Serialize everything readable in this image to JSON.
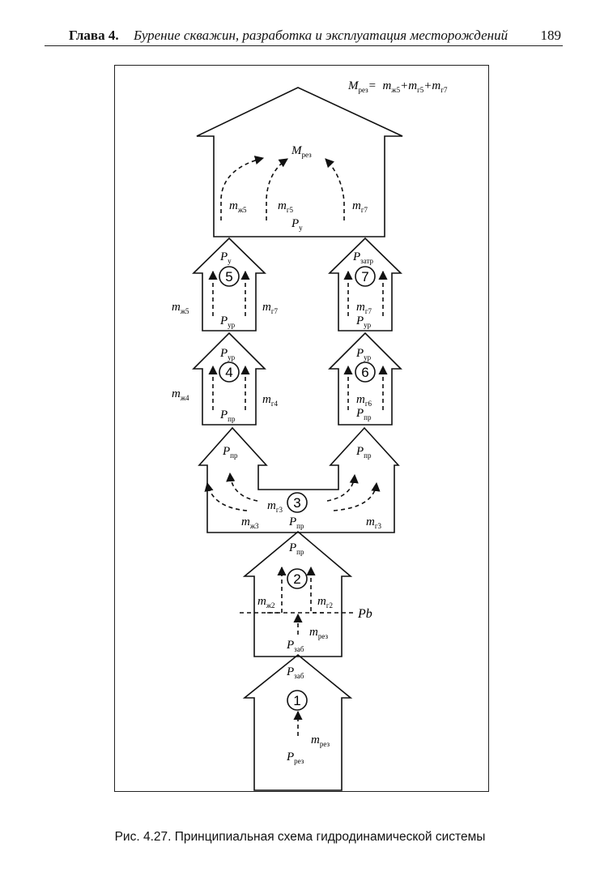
{
  "header": {
    "chapter": "Глава 4.",
    "title": "Бурение скважин, разработка и эксплуатация месторождений",
    "page_number": "189"
  },
  "formula": {
    "lhs": "M",
    "lhs_sub": "рез",
    "eq": "=",
    "t1": "m",
    "t1_sub": "ж5",
    "plus1": "+",
    "t2": "m",
    "t2_sub": "г5",
    "plus2": "+",
    "t3": "m",
    "t3_sub": "г7"
  },
  "blocks": {
    "top": {
      "M": "M",
      "M_sub": "рез",
      "p": "P",
      "p_sub": "у",
      "flows": [
        {
          "m": "m",
          "sub": "ж5"
        },
        {
          "m": "m",
          "sub": "г5"
        },
        {
          "m": "m",
          "sub": "г7"
        }
      ]
    },
    "b5": {
      "number": "5",
      "top_p": "P",
      "top_sub": "у",
      "bottom_p": "P",
      "bottom_sub": "ур",
      "left_m": "m",
      "left_sub": "ж5",
      "right_m": "m",
      "right_sub": "г7"
    },
    "b7": {
      "number": "7",
      "top_p": "P",
      "top_sub": "затр",
      "bottom_p": "P",
      "bottom_sub": "ур",
      "inner_m": "m",
      "inner_sub": "г7"
    },
    "b4": {
      "number": "4",
      "top_p": "P",
      "top_sub": "ур",
      "bottom_p": "P",
      "bottom_sub": "пр",
      "left_m": "m",
      "left_sub": "ж4",
      "right_m": "m",
      "right_sub": "г4"
    },
    "b6": {
      "number": "6",
      "top_p": "P",
      "top_sub": "ур",
      "bottom_p": "P",
      "bottom_sub": "пр",
      "inner_m": "m",
      "inner_sub": "г6"
    },
    "b3": {
      "number": "3",
      "left_p": "P",
      "left_sub": "пр",
      "right_p": "P",
      "right_sub": "пр",
      "bottom_p": "P",
      "bottom_sub": "пр",
      "m_g3_left": "m",
      "m_g3_left_sub": "г3",
      "m_zh3": "m",
      "m_zh3_sub": "ж3",
      "m_g3_right": "m",
      "m_g3_right_sub": "г3"
    },
    "b2": {
      "number": "2",
      "top_p": "P",
      "top_sub": "пр",
      "bottom_p": "P",
      "bottom_sub": "заб",
      "left_m": "m",
      "left_sub": "ж2",
      "right_m": "m",
      "right_sub": "г2",
      "res_m": "m",
      "res_sub": "рез",
      "pb_label": "Pb"
    },
    "b1": {
      "number": "1",
      "top_p": "P",
      "top_sub": "заб",
      "bottom_p": "P",
      "bottom_sub": "рез",
      "res_m": "m",
      "res_sub": "рез"
    }
  },
  "caption": "Рис. 4.27.  Принципиальная схема гидродинамической системы"
}
